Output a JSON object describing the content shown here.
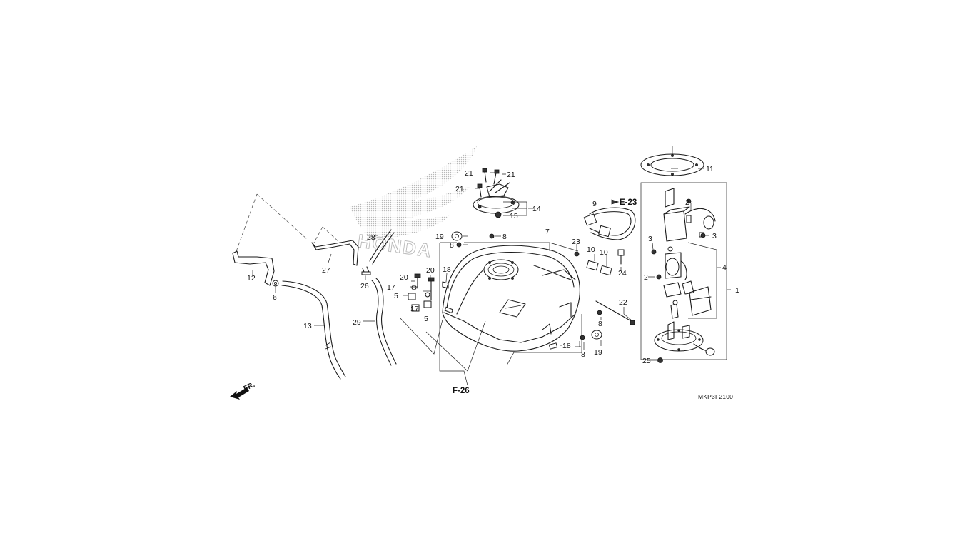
{
  "diagram": {
    "part_numbers": [
      "1",
      "2",
      "2",
      "3",
      "3",
      "4",
      "5",
      "5",
      "6",
      "7",
      "8",
      "8",
      "8",
      "8",
      "9",
      "10",
      "10",
      "11",
      "12",
      "13",
      "14",
      "15",
      "17",
      "17",
      "18",
      "18",
      "19",
      "19",
      "20",
      "20",
      "21",
      "21",
      "21",
      "22",
      "23",
      "24",
      "25",
      "26",
      "27",
      "28",
      "29"
    ],
    "references": {
      "fuel_pump_ref": "E-23",
      "tank_ref": "F-26"
    },
    "front_indicator": "FR.",
    "diagram_code": "MKP3F2100",
    "watermark": "HONDA",
    "colors": {
      "line": "#1a1a1a",
      "watermark": "#b8b8b8",
      "background": "#ffffff"
    }
  }
}
